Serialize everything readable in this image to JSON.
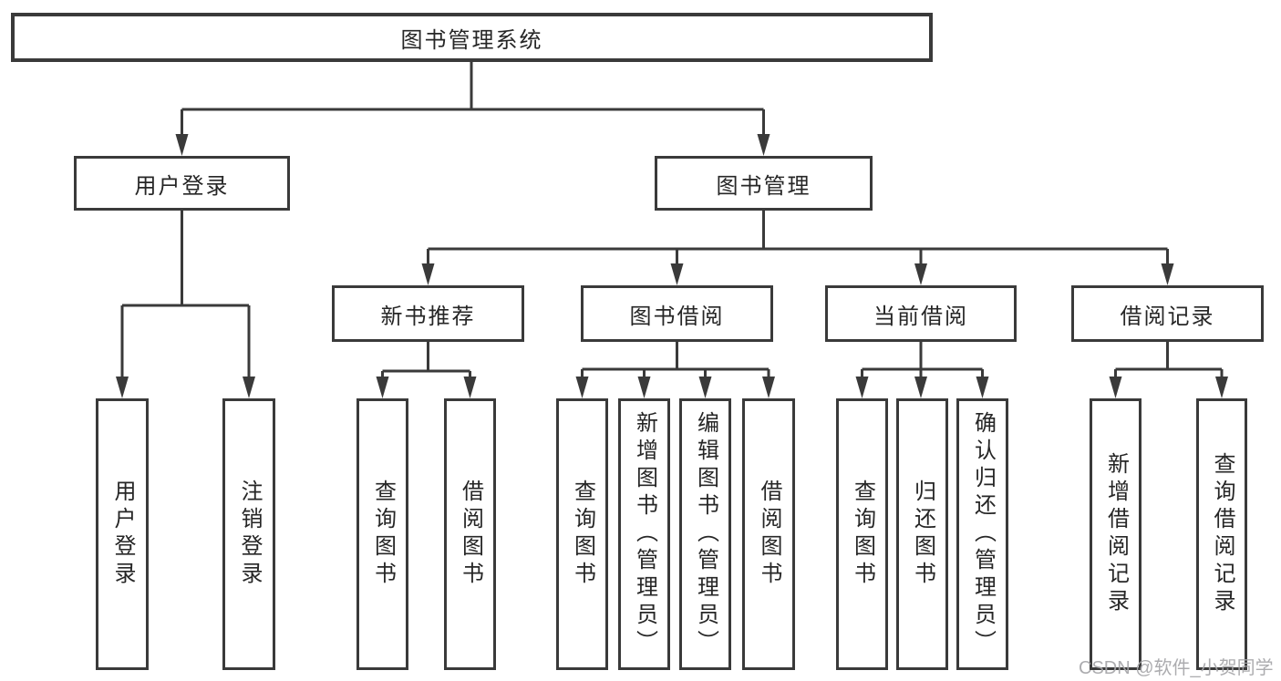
{
  "diagram": {
    "root": "图书管理系统",
    "branches": [
      {
        "label": "用户登录",
        "children": [
          "用户登录",
          "注销登录"
        ]
      },
      {
        "label": "图书管理",
        "sections": [
          {
            "label": "新书推荐",
            "children": [
              "查询图书",
              "借阅图书"
            ]
          },
          {
            "label": "图书借阅",
            "children": [
              "查询图书",
              "新增图书（管理员）",
              "编辑图书（管理员）",
              "借阅图书"
            ]
          },
          {
            "label": "当前借阅",
            "children": [
              "查询图书",
              "归还图书",
              "确认归还（管理员）"
            ]
          },
          {
            "label": "借阅记录",
            "children": [
              "新增借阅记录",
              "查询借阅记录"
            ]
          }
        ]
      }
    ]
  },
  "watermark": "CSDN @软件_小贺同学",
  "colors": {
    "line": "#3a3a3a",
    "text": "#262626",
    "background": "#ffffff",
    "watermark": "#a5a5a8"
  }
}
